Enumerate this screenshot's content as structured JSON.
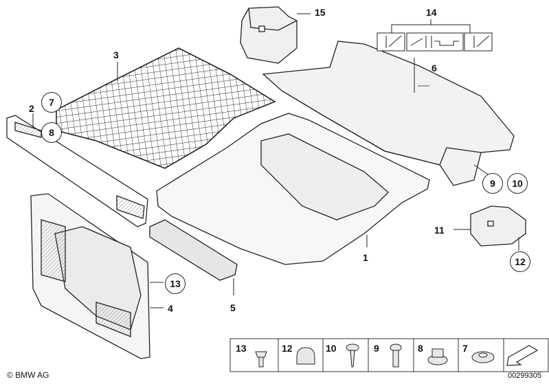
{
  "callouts": {
    "c1": "1",
    "c2": "2",
    "c3": "3",
    "c4": "4",
    "c5": "5",
    "c6": "6",
    "c7": "7",
    "c8": "8",
    "c9": "9",
    "c10": "10",
    "c11": "11",
    "c12": "12",
    "c13": "13",
    "c14": "14",
    "c15": "15"
  },
  "legend": {
    "items": [
      "13",
      "12",
      "10",
      "9",
      "8",
      "7"
    ]
  },
  "footer": {
    "brand": "© BMW AG",
    "document_number": "00299305"
  },
  "colors": {
    "line": "#222222",
    "fill": "#ffffff",
    "shade": "#e6e6e6",
    "legend_border": "#333333"
  }
}
